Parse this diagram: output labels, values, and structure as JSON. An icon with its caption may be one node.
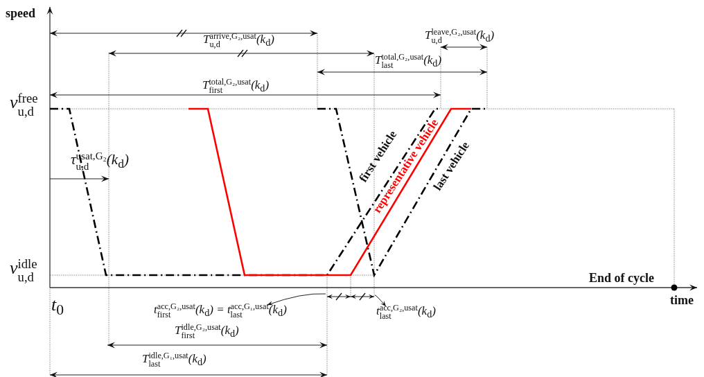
{
  "diagram": {
    "nodes": [
      {
        "text": [
          "t$^{acc,G₂,usat}$$_{first}$(k$_{d}$) = t$^{acc,G₁,usat}$$_{last}$(k$_{d}$)"
        ]
      },
      {
        "text": [
          "t$^{acc,G₂,usat}$$_{last}$(k$_{d}$)"
        ]
      }
    ],
    "edges": [
      {
        "from": null,
        "to": 0,
        "arrow": "to"
      },
      {
        "from": null,
        "to": 1,
        "arrow": "to"
      }
    ],
    "labels": [
      "speed",
      "T$^{arrive,G₂,usat}$$_{u,d}$(k$_{d}$)",
      "T$^{leave,G₂,usat}$$_{u,d}$(k$_{d}$)",
      "T$^{total,G₂,usat}$$_{last}$(k$_{d}$)",
      "v$^{free}$$_{u,d}$",
      "T$^{total,G₂,usat}$$_{first}$(k$_{d}$)",
      "τ$^{usat,G₂}$$_{u,d}$(k$_{d}$)",
      "first vehicle",
      "representative vehicle",
      "last vehicle",
      "v$^{idle}$$_{u,d}$",
      "End of cycle",
      "t$_{0}$",
      "time",
      "T$^{idle,G₂,usat}$$_{first}$(k$_{d}$)",
      "T$^{idle,G₁,usat}$$_{last}$(k$_{d}$)"
    ]
  }
}
